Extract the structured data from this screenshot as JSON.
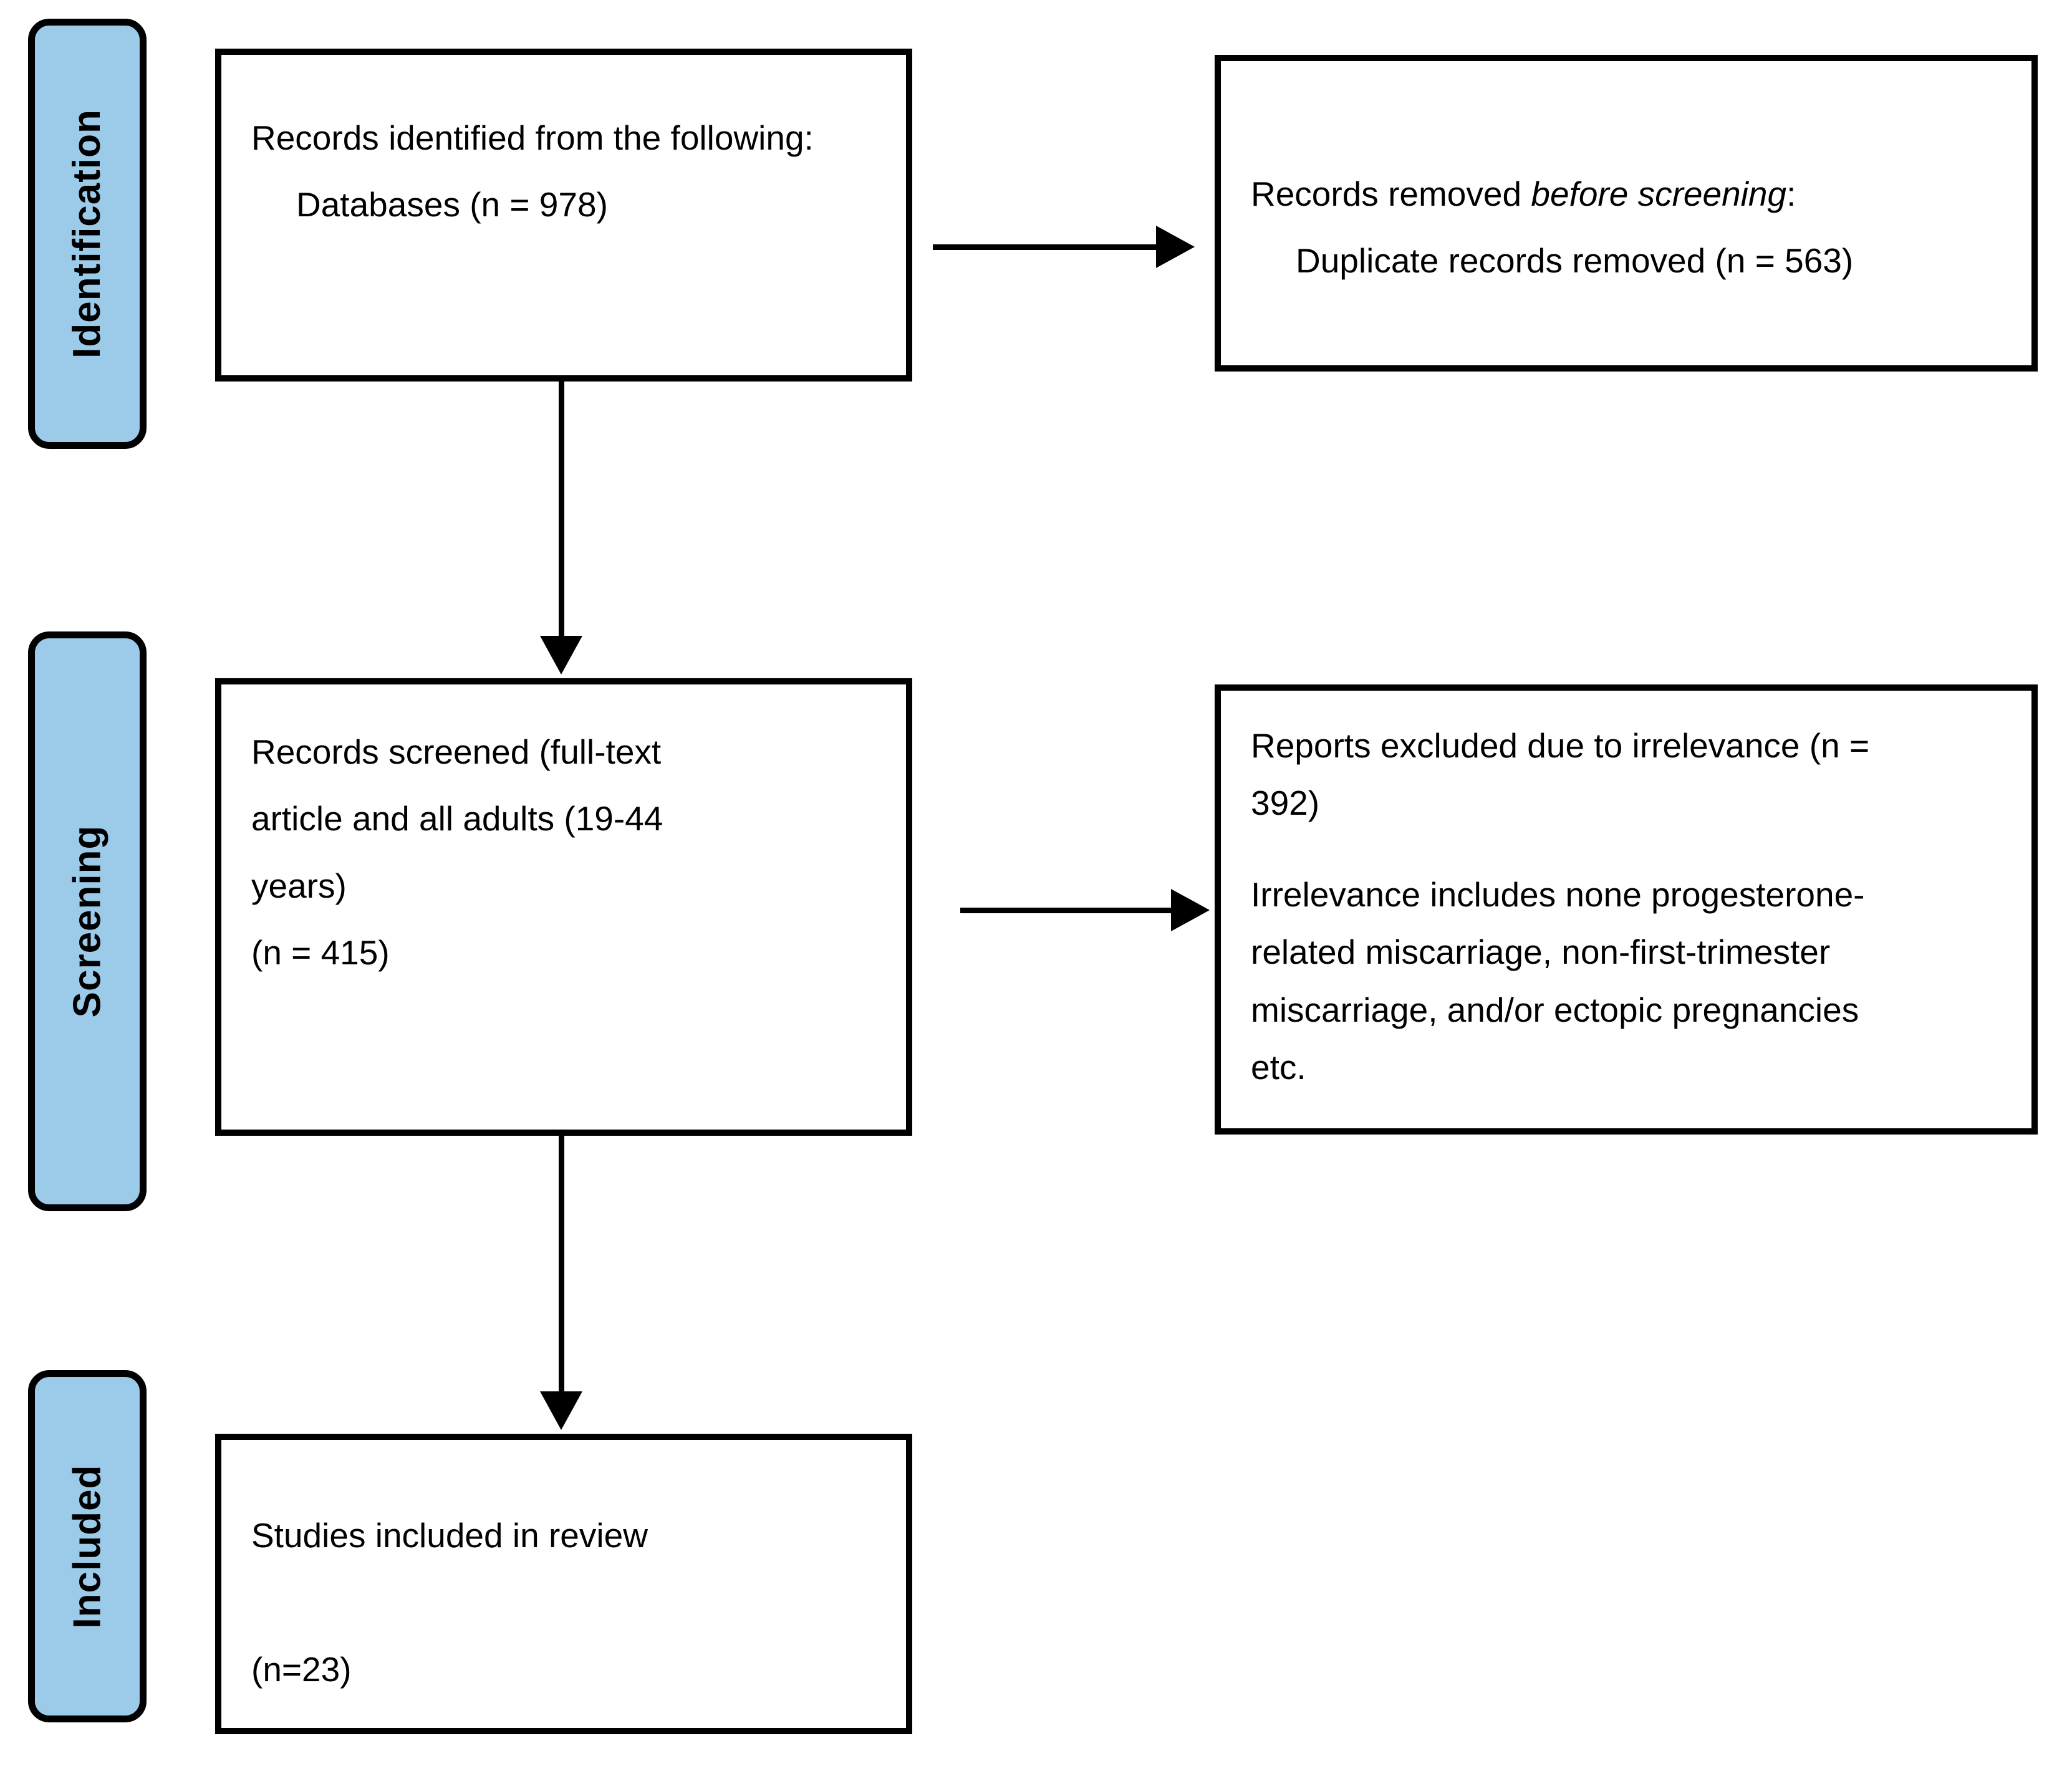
{
  "diagram": {
    "type": "prisma-flow-diagram",
    "accent_blue": "#9CCBEA",
    "line_color": "#000000",
    "background": "#ffffff"
  },
  "stages": [
    {
      "id": "identification",
      "label": "Identification"
    },
    {
      "id": "screening",
      "label": "Screening"
    },
    {
      "id": "included",
      "label": "Included"
    }
  ],
  "boxes": {
    "identified": {
      "line1": "Records identified from the following:",
      "line2": "Databases (n = 978)",
      "count": 978,
      "source": "Databases"
    },
    "removed_before_screening": {
      "line1_plain": "Records removed ",
      "line1_italic": "before screening",
      "line1_tail": ":",
      "line2": "Duplicate records removed (n = 563)",
      "count": 563
    },
    "screened": {
      "line1": "Records screened (full-text",
      "line2": "article and all adults (19-44",
      "line3": " years)",
      "line4": "(n = 415)",
      "count": 415
    },
    "excluded": {
      "line1": "Reports excluded due to irrelevance (n =",
      "line2": "392)",
      "line3": "Irrelevance includes none progesterone-",
      "line4": "related miscarriage, non-first-trimester",
      "line5": "miscarriage, and/or ectopic pregnancies",
      "line6": "etc.",
      "count": 392
    },
    "included": {
      "line1": "Studies included in review",
      "line2": " (n=23)",
      "count": 23
    }
  },
  "connectors": [
    {
      "id": "identified-to-removed",
      "direction": "right"
    },
    {
      "id": "identified-to-screened",
      "direction": "down"
    },
    {
      "id": "screened-to-excluded",
      "direction": "right"
    },
    {
      "id": "screened-to-included",
      "direction": "down"
    }
  ],
  "chart_data": {
    "type": "diagram",
    "title": "PRISMA flow diagram",
    "nodes": [
      {
        "id": "identified",
        "stage": "Identification",
        "label": "Records identified from the following: Databases (n = 978)",
        "n": 978
      },
      {
        "id": "removed_before_screening",
        "stage": "Identification",
        "label": "Records removed before screening: Duplicate records removed (n = 563)",
        "n": 563
      },
      {
        "id": "screened",
        "stage": "Screening",
        "label": "Records screened (full-text article and all adults (19-44 years) (n = 415)",
        "n": 415
      },
      {
        "id": "excluded",
        "stage": "Screening",
        "label": "Reports excluded due to irrelevance (n = 392)",
        "n": 392
      },
      {
        "id": "included",
        "stage": "Included",
        "label": "Studies included in review (n=23)",
        "n": 23
      }
    ],
    "edges": [
      {
        "from": "identified",
        "to": "removed_before_screening"
      },
      {
        "from": "identified",
        "to": "screened"
      },
      {
        "from": "screened",
        "to": "excluded"
      },
      {
        "from": "screened",
        "to": "included"
      }
    ]
  }
}
